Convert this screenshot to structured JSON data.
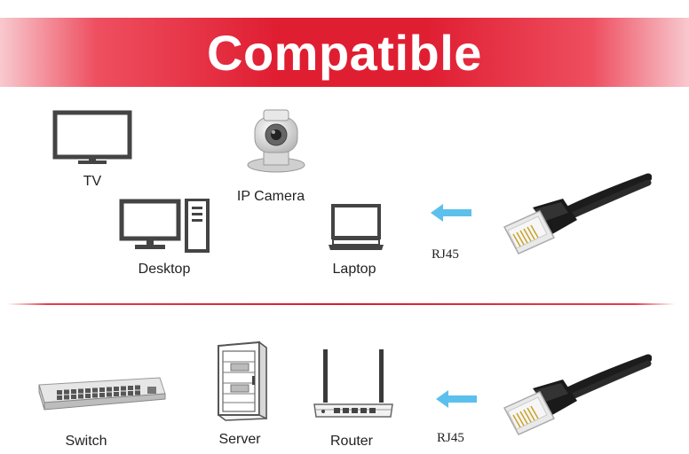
{
  "banner": {
    "title": "Compatible"
  },
  "top_row": {
    "devices": [
      {
        "label": "TV",
        "icon": "tv-icon"
      },
      {
        "label": "IP Camera",
        "icon": "ip-camera-icon"
      },
      {
        "label": "Desktop",
        "icon": "desktop-computer-icon"
      },
      {
        "label": "Laptop",
        "icon": "laptop-icon"
      }
    ],
    "arrow_icon": "arrow-left-icon",
    "connector_label": "RJ45",
    "cable_icon": "rj45-cable-icon"
  },
  "bottom_row": {
    "devices": [
      {
        "label": "Switch",
        "icon": "network-switch-icon"
      },
      {
        "label": "Server",
        "icon": "server-rack-icon"
      },
      {
        "label": "Router",
        "icon": "router-icon"
      }
    ],
    "arrow_icon": "arrow-left-icon",
    "connector_label": "RJ45",
    "cable_icon": "rj45-cable-icon"
  },
  "colors": {
    "banner_red": "#e01e32",
    "arrow_blue": "#5bc0ec",
    "divider_red": "#d0202f"
  }
}
